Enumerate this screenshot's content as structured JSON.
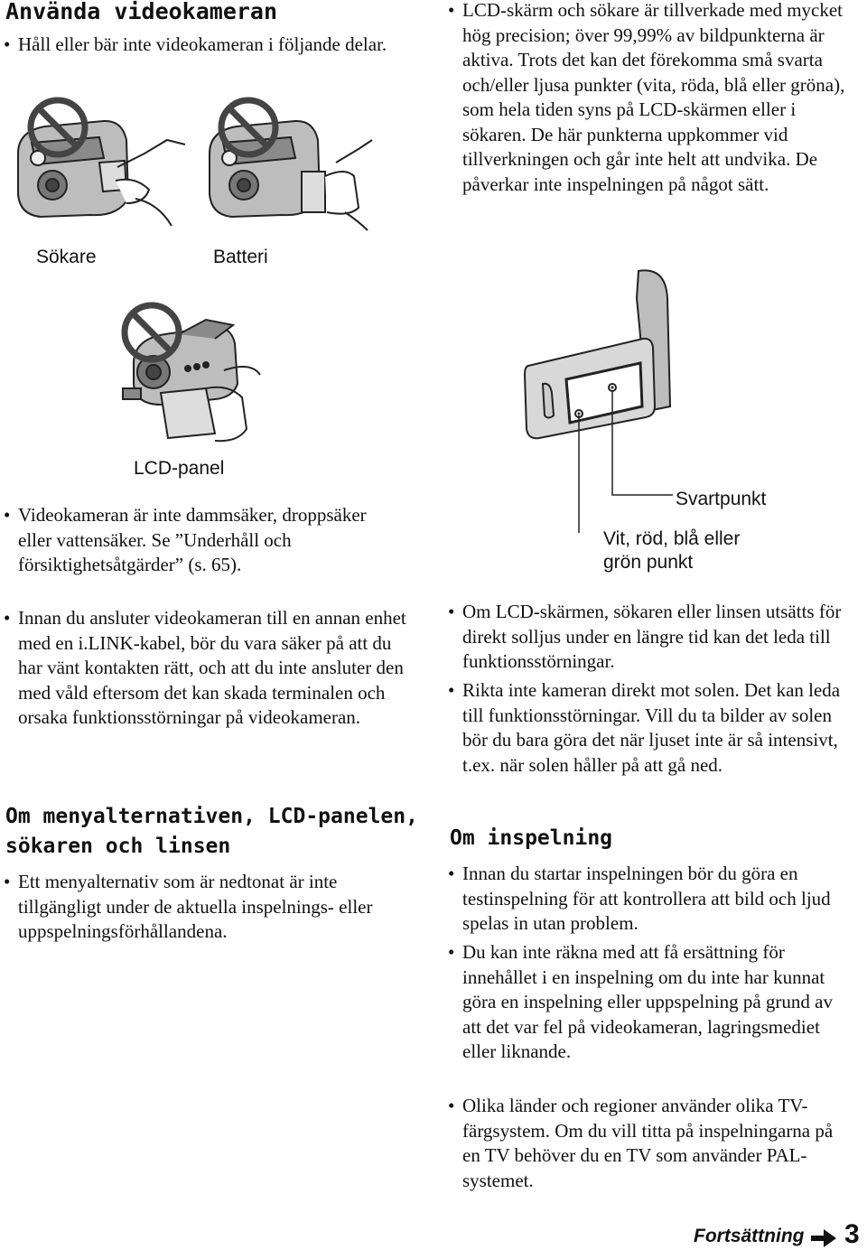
{
  "left": {
    "heading_camera": "Använda videokameran",
    "bullet_hold": "Håll eller bär inte videokameran i följande delar.",
    "label_viewfinder": "Sökare",
    "label_battery": "Batteri",
    "label_lcd_panel": "LCD-panel",
    "bullet_dust": "Videokameran är inte dammsäker, droppsäker eller vattensäker. Se ”Underhåll och försiktighetsåtgärder” (s. 65).",
    "bullet_ilink": "Innan du ansluter videokameran till en annan enhet med en i.LINK-kabel, bör du vara säker på att du har vänt kontakten rätt, och att du inte ansluter den med våld eftersom det kan skada terminalen och orsaka funktionsstörningar på videokameran.",
    "heading_menu_line1": "Om menyalternativen, LCD-panelen,",
    "heading_menu_line2": "sökaren och linsen",
    "bullet_menu": "Ett menyalternativ som är nedtonat är inte tillgängligt under de aktuella inspelnings- eller uppspelningsförhållandena."
  },
  "right": {
    "bullet_lcd_precision": "LCD-skärm och sökare är tillverkade med mycket hög precision; över 99,99% av bildpunkterna är aktiva. Trots det kan det förekomma små svarta och/eller ljusa punkter (vita, röda, blå eller gröna), som hela tiden syns på LCD-skärmen eller i sökaren. De här punkterna uppkommer vid tillverkningen och går inte helt att undvika. De påverkar inte inspelningen på något sätt.",
    "label_black_point": "Svartpunkt",
    "label_color_point_line1": "Vit, röd, blå eller",
    "label_color_point_line2": "grön punkt",
    "bullet_sunlight": "Om LCD-skärmen, sökaren eller linsen utsätts för direkt solljus under en längre tid kan det leda till funktionsstörningar.",
    "bullet_sun": "Rikta inte kameran direkt mot solen. Det kan leda till funktionsstörningar. Vill du ta bilder av solen bör du bara göra det när ljuset inte är så intensivt, t.ex. när solen håller på att gå ned.",
    "heading_recording": "Om inspelning",
    "bullet_test": "Innan du startar inspelningen bör du göra en testinspelning för att kontrollera att bild och ljud spelas in utan problem.",
    "bullet_compensation": "Du kan inte räkna med att få ersättning för innehållet i en inspelning om du inte har kunnat göra en inspelning eller uppspelning på grund av att det var fel på videokameran, lagringsmediet eller liknande.",
    "bullet_tv": "Olika länder och regioner använder olika TV-färgsystem. Om du vill titta på inspelningarna på en TV behöver du en TV som använder PAL-systemet."
  },
  "footer": {
    "continued": "Fortsättning",
    "page_number": "3"
  }
}
